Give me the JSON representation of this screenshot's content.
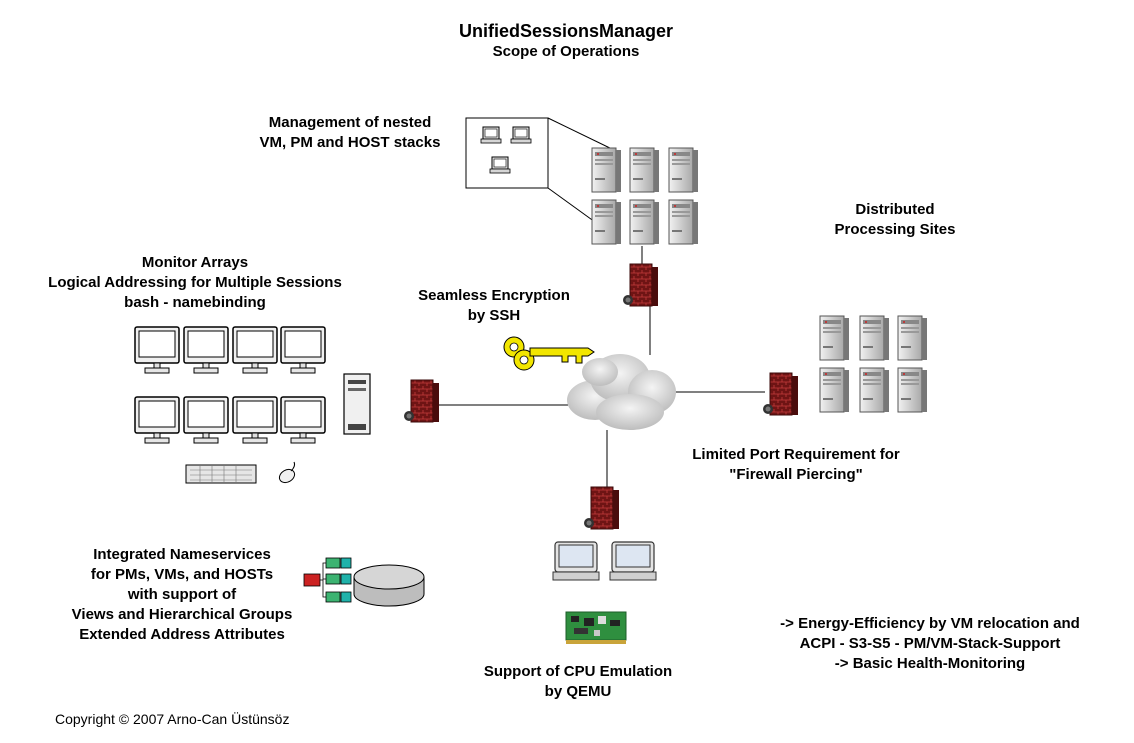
{
  "title": "UnifiedSessionsManager",
  "subtitle": "Scope of Operations",
  "labels": {
    "nested_stacks": [
      "Management of nested",
      "VM, PM and HOST stacks"
    ],
    "distributed_sites": [
      "Distributed",
      "Processing Sites"
    ],
    "monitor_arrays": [
      "Monitor Arrays",
      "Logical Addressing for Multiple Sessions",
      "bash - namebinding"
    ],
    "encryption": [
      "Seamless Encryption",
      "by SSH"
    ],
    "firewall": [
      "Limited Port Requirement for",
      "\"Firewall Piercing\""
    ],
    "nameservices": [
      "Integrated Nameservices",
      "for PMs, VMs, and HOSTs",
      "with support of",
      "Views and Hierarchical Groups",
      "Extended Address Attributes"
    ],
    "cpu_emulation": [
      "Support of CPU Emulation",
      "by QEMU"
    ],
    "energy": [
      "-> Energy-Efficiency by VM relocation and",
      "ACPI - S3-S5 - PM/VM-Stack-Support",
      "-> Basic Health-Monitoring"
    ]
  },
  "copyright": "Copyright © 2007 Arno-Can Üstünsöz",
  "colors": {
    "firewall_brick": "#7a1a1a",
    "key": "#f2e600",
    "server": "#d8d8d8",
    "cloud": "#d4d4d4",
    "screen": "#dde6f2",
    "name_tree_green": "#3cb371",
    "name_tree_red": "#cc2222",
    "board_green": "#2f8f3f"
  }
}
